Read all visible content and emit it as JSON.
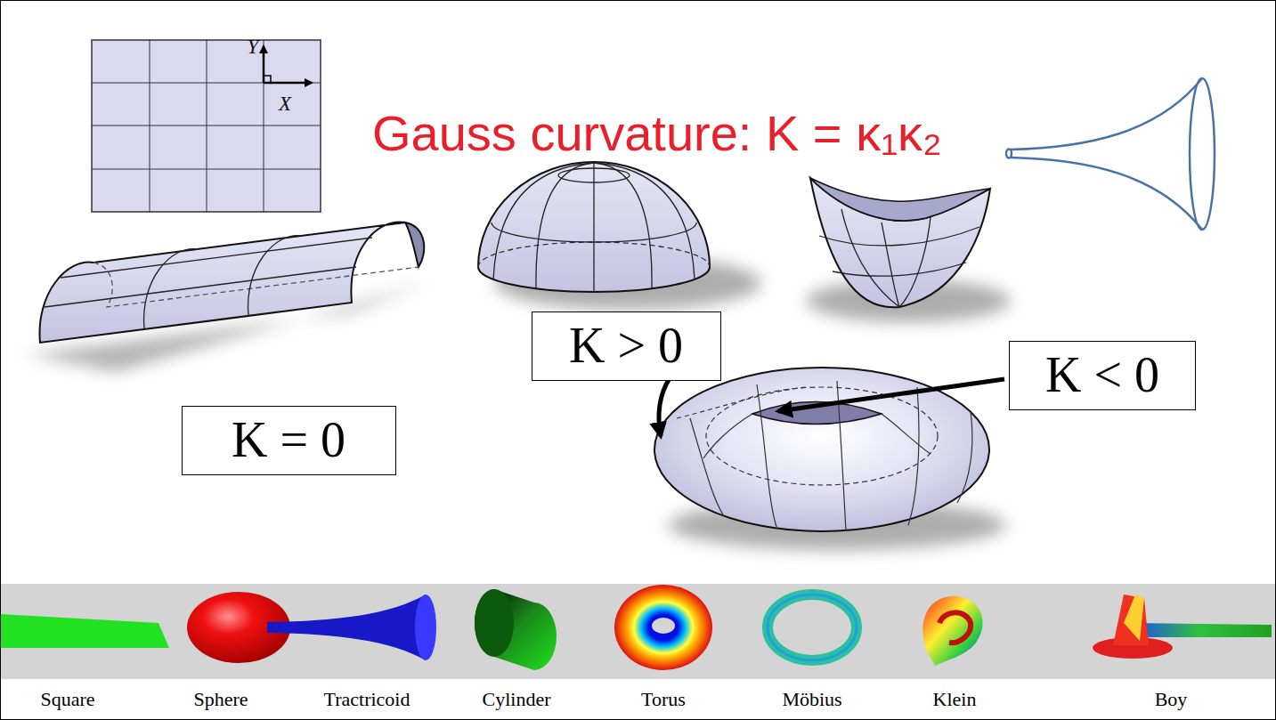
{
  "diagram": {
    "title": "Gauss curvature: K = κ₁κ₂",
    "nodes": [
      {
        "text": [
          "K = 0"
        ]
      },
      {
        "text": [
          "K > 0"
        ]
      },
      {
        "text": [
          "K < 0"
        ]
      }
    ],
    "labels": [
      "Y",
      "X",
      "Square",
      "Sphere",
      "Tractricoid",
      "Cylinder",
      "Torus",
      "Möbius",
      "Klein",
      "Boy"
    ]
  }
}
